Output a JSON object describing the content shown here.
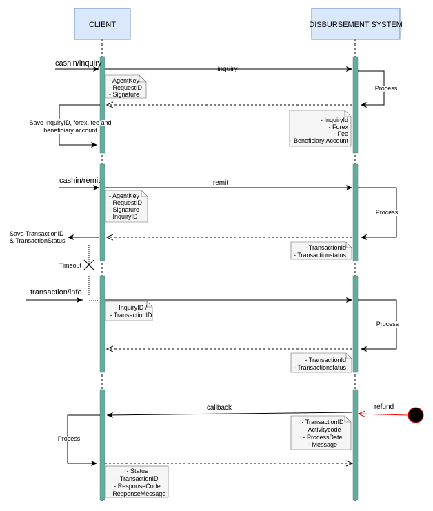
{
  "participants": {
    "client": "CLIENT",
    "system": "DISBURSEMENT SYSTEM"
  },
  "sections": [
    {
      "trigger": "cashin/inquiry",
      "request": "inquiry",
      "request_notes": [
        "- AgentKey",
        "- RequestID",
        "- Signature"
      ],
      "process": "Process",
      "response_notes": [
        "- InquiryId",
        "- Forex",
        "- Fee",
        "- Beneficiary Account"
      ],
      "client_action": [
        "Save InquiryID, forex, fee and",
        "beneficiary account"
      ]
    },
    {
      "trigger": "cashin/remit",
      "request": "remit",
      "request_notes": [
        "- AgentKey",
        "- RequestID",
        "- Signature",
        "- InquiryID"
      ],
      "process": "Process",
      "response_notes": [
        "- TransactionId",
        "- Transactionstatus"
      ],
      "client_action": [
        "Save TransactionID",
        "& TransactionStatus"
      ],
      "timeout": "Timeout"
    },
    {
      "trigger": "transaction/info",
      "request_notes": [
        "- InquiryID /",
        "- TransactionID"
      ],
      "process": "Process",
      "response_notes": [
        "- TransactionId",
        "- Transactionstatus"
      ]
    },
    {
      "trigger": "refund",
      "request": "callback",
      "request_notes": [
        "- TransactionID",
        "- Activitycode",
        "- ProcessDate",
        "- Message"
      ],
      "process": "Process",
      "response_notes": [
        "- Status",
        "- TransactionID",
        "- ResponseCode",
        "- ResponseMessage"
      ]
    }
  ],
  "colors": {
    "box_fill": "#dae8fc",
    "box_stroke": "#6c8ebf",
    "activation_fill": "#67AB9F",
    "activation_stroke": "#4a8a80",
    "note_fill": "#f5f5f5",
    "note_stroke": "#666666",
    "refund": "#ff0000"
  }
}
